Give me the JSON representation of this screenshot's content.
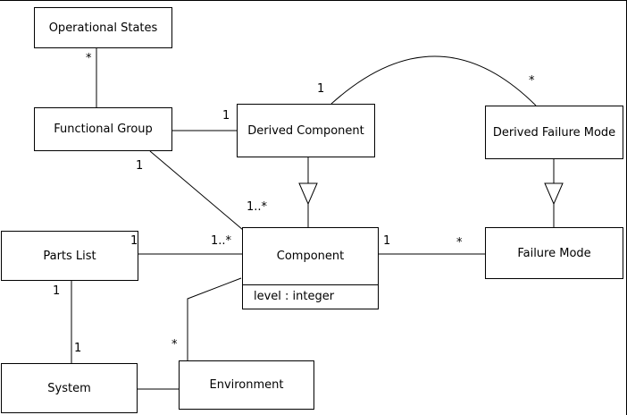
{
  "diagram": {
    "type": "uml-class-diagram",
    "nodes": {
      "operational_states": {
        "label": "Operational States"
      },
      "functional_group": {
        "label": "Functional Group"
      },
      "derived_component": {
        "label": "Derived Component"
      },
      "derived_failure_mode": {
        "label": "Derived Failure Mode"
      },
      "parts_list": {
        "label": "Parts List"
      },
      "component": {
        "label": "Component",
        "attribute": "level : integer"
      },
      "failure_mode": {
        "label": "Failure Mode"
      },
      "system": {
        "label": "System"
      },
      "environment": {
        "label": "Environment"
      }
    },
    "multiplicities": {
      "operational_states_functional_group": "*",
      "functional_group_derived_component": "1",
      "derived_component_arc": "1",
      "derived_failure_mode_arc": "*",
      "functional_group_component_source": "1",
      "functional_group_component_target": "1..*",
      "parts_list_component_source": "1",
      "parts_list_component_target": "1..*",
      "component_failure_mode_source": "1",
      "component_failure_mode_target": "*",
      "parts_list_system_source": "1",
      "parts_list_system_target": "1",
      "component_environment_target": "*"
    },
    "colors": {
      "background": "#ffffff",
      "node_fill": "#ffffff",
      "stroke": "#000000",
      "text": "#000000"
    }
  }
}
